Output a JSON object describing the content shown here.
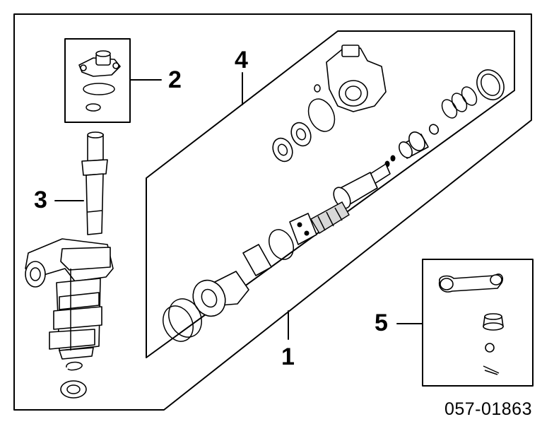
{
  "diagram": {
    "callouts": [
      "1",
      "2",
      "3",
      "4",
      "5"
    ],
    "part_number": "057-01863"
  }
}
